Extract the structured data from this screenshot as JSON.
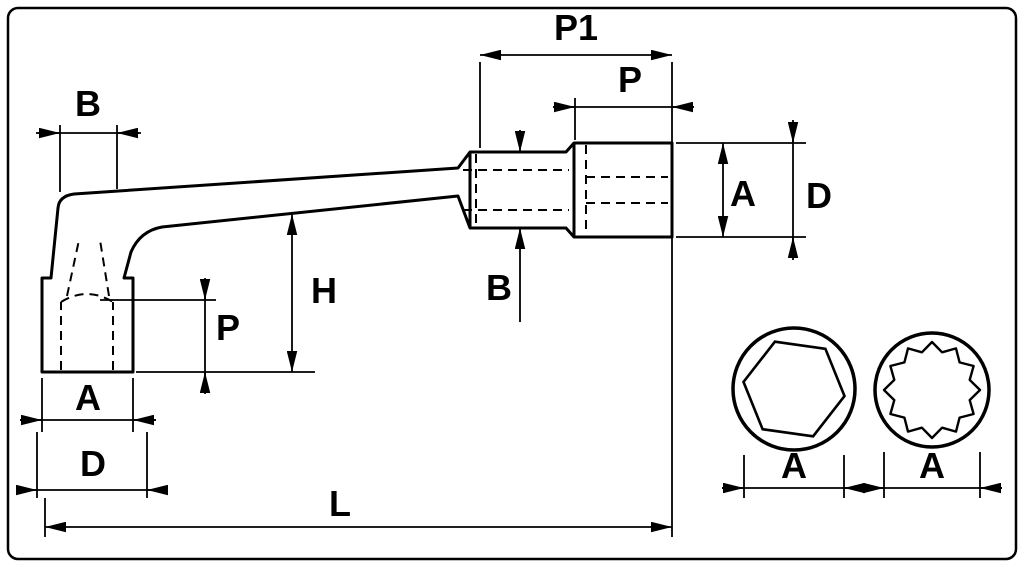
{
  "diagram": {
    "labels": {
      "b_socket_top": "B",
      "p1": "P1",
      "p_right": "P",
      "a_side": "A",
      "d_side": "D",
      "h": "H",
      "p_socket": "P",
      "b_shaft": "B",
      "a_base": "A",
      "d_base": "D",
      "l": "L",
      "a_hex": "A",
      "a_double_hex": "A"
    },
    "colors": {
      "line": "#000000",
      "background": "#ffffff"
    }
  }
}
